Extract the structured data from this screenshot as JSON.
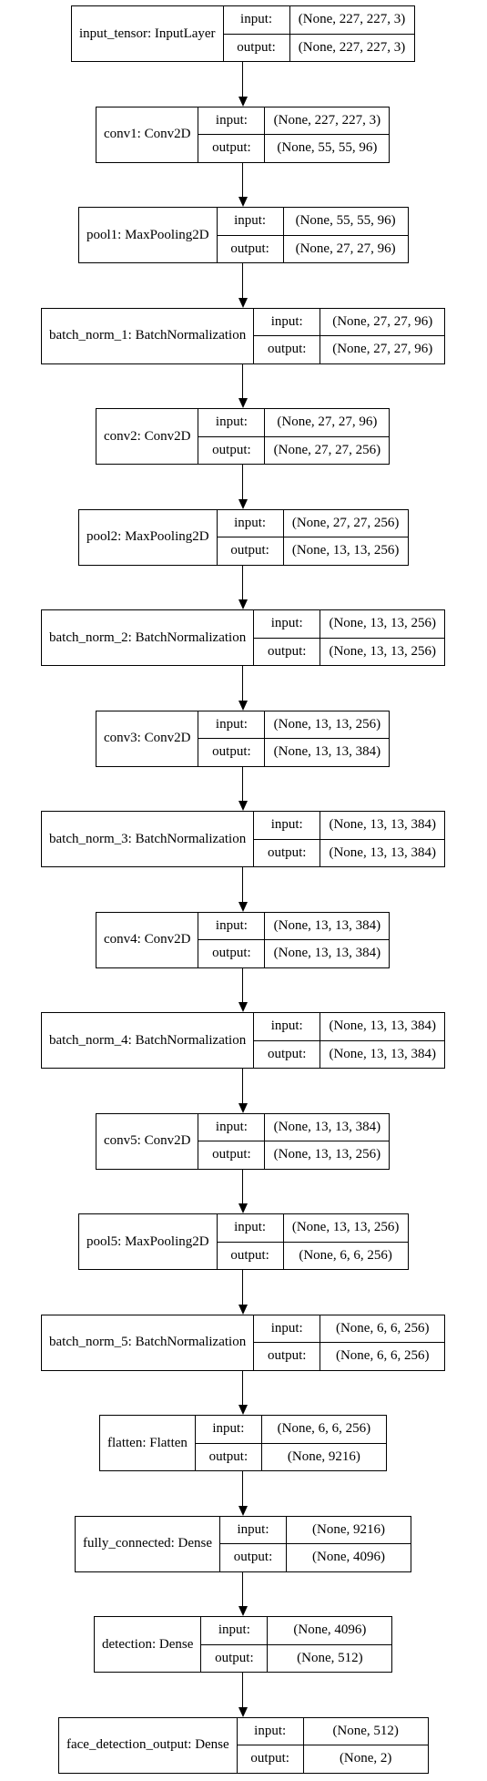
{
  "layers": [
    {
      "name": "input_tensor: InputLayer",
      "in_label": "input:",
      "out_label": "output:",
      "input": "(None, 227, 227, 3)",
      "output": "(None, 227, 227, 3)"
    },
    {
      "name": "conv1: Conv2D",
      "in_label": "input:",
      "out_label": "output:",
      "input": "(None, 227, 227, 3)",
      "output": "(None, 55, 55, 96)"
    },
    {
      "name": "pool1: MaxPooling2D",
      "in_label": "input:",
      "out_label": "output:",
      "input": "(None, 55, 55, 96)",
      "output": "(None, 27, 27, 96)"
    },
    {
      "name": "batch_norm_1: BatchNormalization",
      "in_label": "input:",
      "out_label": "output:",
      "input": "(None, 27, 27, 96)",
      "output": "(None, 27, 27, 96)"
    },
    {
      "name": "conv2: Conv2D",
      "in_label": "input:",
      "out_label": "output:",
      "input": "(None, 27, 27, 96)",
      "output": "(None, 27, 27, 256)"
    },
    {
      "name": "pool2: MaxPooling2D",
      "in_label": "input:",
      "out_label": "output:",
      "input": "(None, 27, 27, 256)",
      "output": "(None, 13, 13, 256)"
    },
    {
      "name": "batch_norm_2: BatchNormalization",
      "in_label": "input:",
      "out_label": "output:",
      "input": "(None, 13, 13, 256)",
      "output": "(None, 13, 13, 256)"
    },
    {
      "name": "conv3: Conv2D",
      "in_label": "input:",
      "out_label": "output:",
      "input": "(None, 13, 13, 256)",
      "output": "(None, 13, 13, 384)"
    },
    {
      "name": "batch_norm_3: BatchNormalization",
      "in_label": "input:",
      "out_label": "output:",
      "input": "(None, 13, 13, 384)",
      "output": "(None, 13, 13, 384)"
    },
    {
      "name": "conv4: Conv2D",
      "in_label": "input:",
      "out_label": "output:",
      "input": "(None, 13, 13, 384)",
      "output": "(None, 13, 13, 384)"
    },
    {
      "name": "batch_norm_4: BatchNormalization",
      "in_label": "input:",
      "out_label": "output:",
      "input": "(None, 13, 13, 384)",
      "output": "(None, 13, 13, 384)"
    },
    {
      "name": "conv5: Conv2D",
      "in_label": "input:",
      "out_label": "output:",
      "input": "(None, 13, 13, 384)",
      "output": "(None, 13, 13, 256)"
    },
    {
      "name": "pool5: MaxPooling2D",
      "in_label": "input:",
      "out_label": "output:",
      "input": "(None, 13, 13, 256)",
      "output": "(None, 6, 6, 256)"
    },
    {
      "name": "batch_norm_5: BatchNormalization",
      "in_label": "input:",
      "out_label": "output:",
      "input": "(None, 6, 6, 256)",
      "output": "(None, 6, 6, 256)"
    },
    {
      "name": "flatten: Flatten",
      "in_label": "input:",
      "out_label": "output:",
      "input": "(None, 6, 6, 256)",
      "output": "(None, 9216)"
    },
    {
      "name": "fully_connected: Dense",
      "in_label": "input:",
      "out_label": "output:",
      "input": "(None, 9216)",
      "output": "(None, 4096)"
    },
    {
      "name": "detection: Dense",
      "in_label": "input:",
      "out_label": "output:",
      "input": "(None, 4096)",
      "output": "(None, 512)"
    },
    {
      "name": "face_detection_output: Dense",
      "in_label": "input:",
      "out_label": "output:",
      "input": "(None, 512)",
      "output": "(None, 2)"
    }
  ]
}
